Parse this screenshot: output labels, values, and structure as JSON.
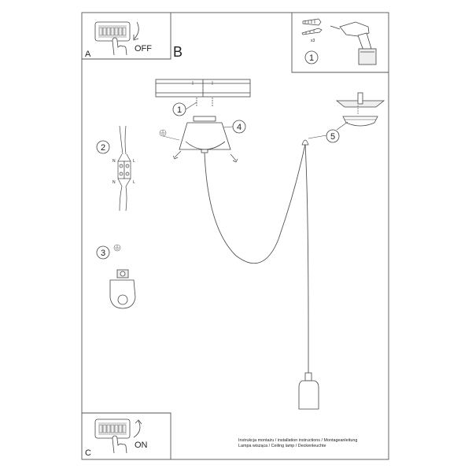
{
  "panels": {
    "off_label": "A",
    "off_text": "OFF",
    "main_label": "B",
    "on_label": "C",
    "on_text": "ON"
  },
  "tools": {
    "qty": "x3",
    "step": "1"
  },
  "steps": [
    "1",
    "2",
    "3",
    "4",
    "5"
  ],
  "terminals": {
    "top_left": "N",
    "top_right": "L",
    "bottom_left": "N",
    "bottom_right": "L"
  },
  "footer": {
    "line1": "Instrukcja montażu / installation instructions / Montageanleitung",
    "line2": "Lampa wisząca / Ceiling lamp / Deckenleuchte"
  }
}
